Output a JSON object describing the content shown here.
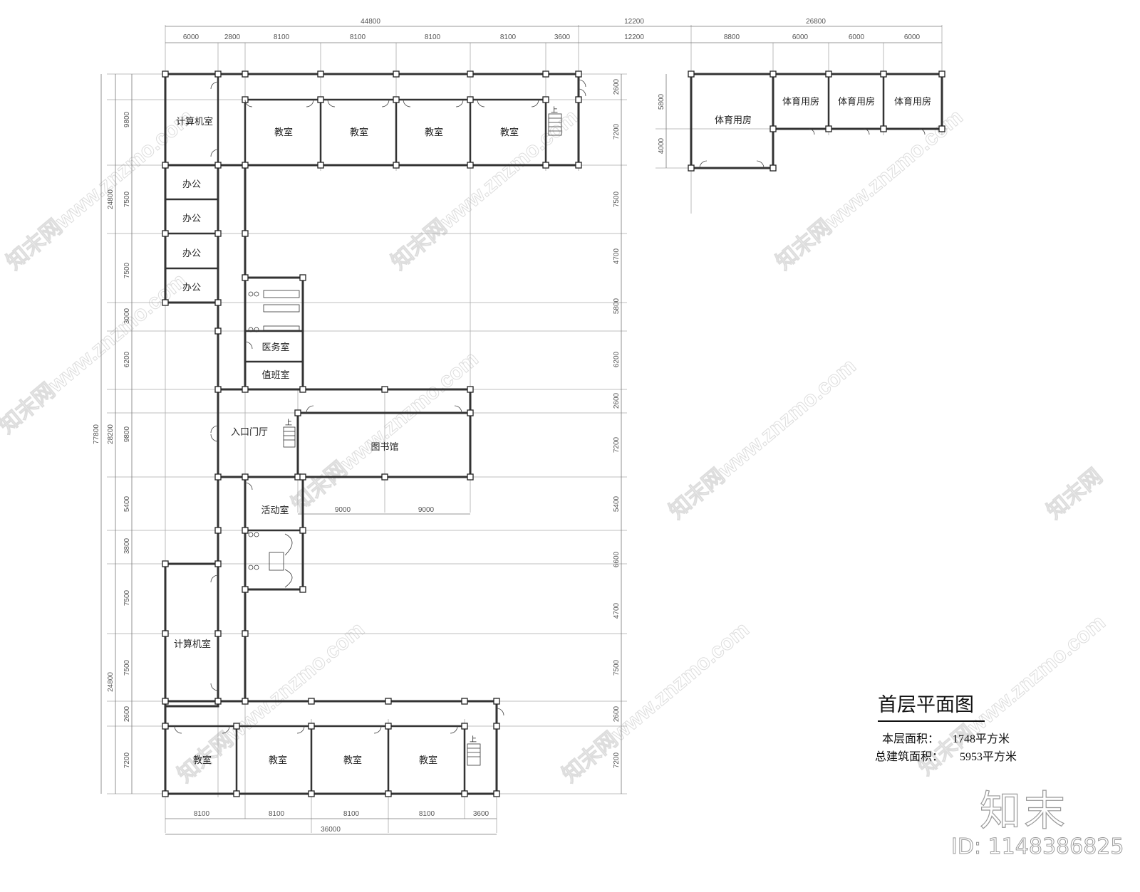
{
  "drawing": {
    "title": "首层平面图",
    "floor_area_label": "本层面积：",
    "floor_area_value": "1748平方米",
    "total_area_label": "总建筑面积：",
    "total_area_value": "5953平方米"
  },
  "rooms": {
    "computer_room_top": "计算机室",
    "classrooms_top": [
      "教室",
      "教室",
      "教室",
      "教室"
    ],
    "offices": [
      "办公",
      "办公",
      "办公",
      "办公"
    ],
    "medical_room": "医务室",
    "duty_room": "值班室",
    "entrance_hall": "入口门厅",
    "library": "图书馆",
    "activity_room": "活动室",
    "computer_room_bottom": "计算机室",
    "classrooms_bottom": [
      "教室",
      "教室",
      "教室",
      "教室"
    ],
    "sports_rooms": [
      "体育用房",
      "体育用房",
      "体育用房",
      "体育用房"
    ],
    "stair_up": "上"
  },
  "dimensions": {
    "top_totals": [
      "44800",
      "12200",
      "26800"
    ],
    "top_segments": [
      "6000",
      "2800",
      "8100",
      "8100",
      "8100",
      "8100",
      "3600",
      "12200",
      "8800",
      "6000",
      "6000",
      "6000"
    ],
    "bottom_segments": [
      "8100",
      "8100",
      "8100",
      "8100",
      "3600"
    ],
    "bottom_total": "36000",
    "library_segments": [
      "9000",
      "9000"
    ],
    "left_segments": [
      "9800",
      "7500",
      "7500",
      "3000",
      "6200",
      "9800",
      "5400",
      "3800",
      "7500",
      "7500",
      "2600",
      "7200"
    ],
    "left_subtotals": [
      "24800",
      "28200",
      "24800"
    ],
    "left_total": "77800",
    "right_segments": [
      "2600",
      "7200",
      "7500",
      "4700",
      "5800",
      "6200",
      "2600",
      "7200",
      "5400",
      "6600",
      "4700",
      "7500",
      "2600",
      "7200"
    ],
    "sports_segments": [
      "5800",
      "4000"
    ]
  },
  "watermark": {
    "text": "知末网www.znzmo.com",
    "logo": "知末",
    "id": "ID: 1148386825"
  }
}
